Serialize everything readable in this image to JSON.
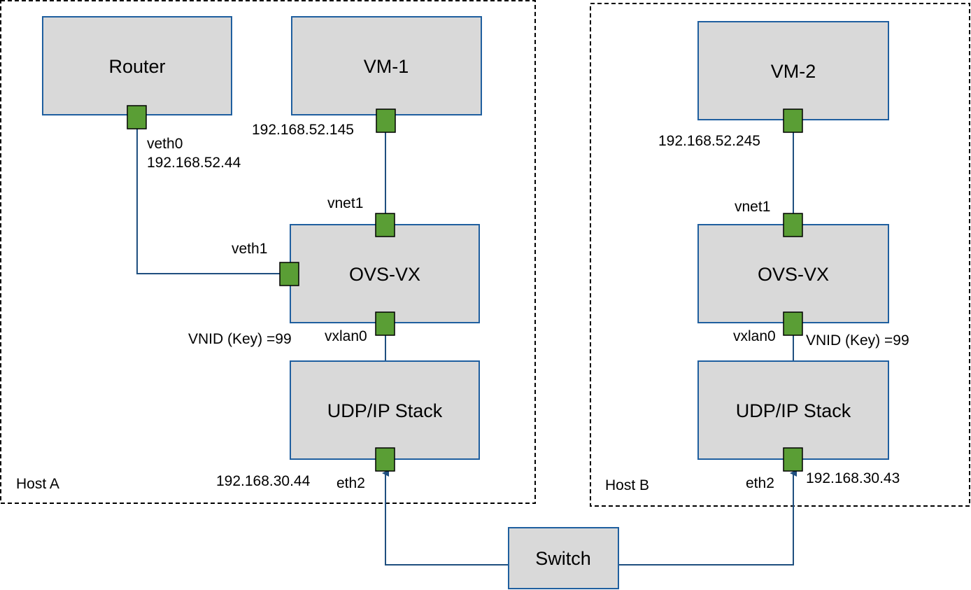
{
  "colors": {
    "box_fill": "#d9d9d9",
    "box_border": "#1f5f9f",
    "port_fill": "#5a9e35",
    "link": "#1f4f7f"
  },
  "hosts": {
    "a": {
      "label": "Host A"
    },
    "b": {
      "label": "Host B"
    }
  },
  "boxes": {
    "router": "Router",
    "vm1": "VM-1",
    "ovs_a": "OVS-VX",
    "udp_a": "UDP/IP Stack",
    "vm2": "VM-2",
    "ovs_b": "OVS-VX",
    "udp_b": "UDP/IP Stack",
    "switch": "Switch"
  },
  "labels": {
    "veth0": "veth0",
    "veth0_ip": "192.168.52.44",
    "vm1_ip": "192.168.52.145",
    "vnet1_a": "vnet1",
    "veth1": "veth1",
    "vnid_a": "VNID (Key) =99",
    "vxlan0_a": "vxlan0",
    "eth2_ip_a": "192.168.30.44",
    "eth2_a": "eth2",
    "vm2_ip": "192.168.52.245",
    "vnet1_b": "vnet1",
    "vxlan0_b": "vxlan0",
    "vnid_b": "VNID (Key) =99",
    "eth2_b": "eth2",
    "eth2_ip_b": "192.168.30.43"
  }
}
